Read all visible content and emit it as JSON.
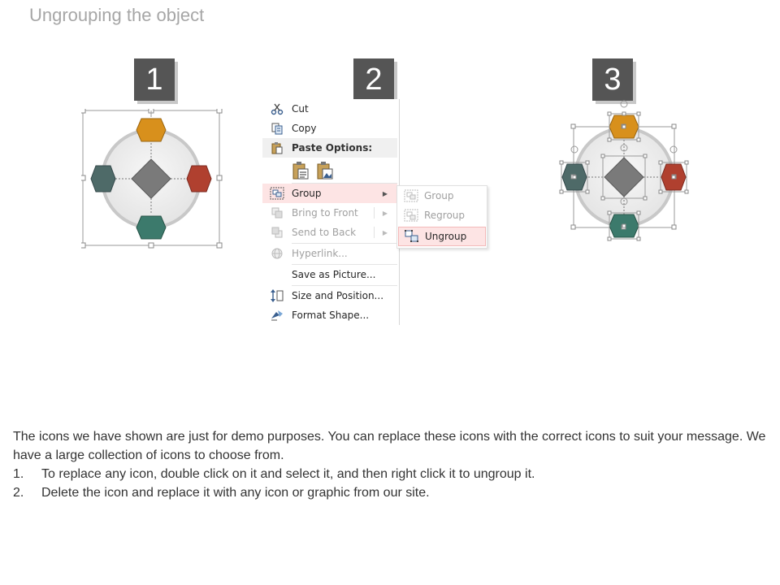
{
  "slide": {
    "title": "Ungrouping the object"
  },
  "steps": [
    {
      "number": "1"
    },
    {
      "number": "2"
    },
    {
      "number": "3"
    }
  ],
  "context_menu": {
    "items": [
      {
        "label": "Cut",
        "icon": "scissors-icon",
        "enabled": true
      },
      {
        "label": "Copy",
        "icon": "copy-icon",
        "enabled": true
      },
      {
        "label": "Paste Options:",
        "icon": "clipboard-icon",
        "enabled": true,
        "header": true
      },
      {
        "label": "Group",
        "icon": "group-icon",
        "enabled": true,
        "highlighted": true,
        "submenu": true
      },
      {
        "label": "Bring to Front",
        "icon": "bring-front-icon",
        "enabled": false,
        "submenu": true
      },
      {
        "label": "Send to Back",
        "icon": "send-back-icon",
        "enabled": false,
        "submenu": true
      },
      {
        "label": "Hyperlink...",
        "icon": "link-icon",
        "enabled": false
      },
      {
        "label": "Save as Picture...",
        "icon": "",
        "enabled": true
      },
      {
        "label": "Size and Position...",
        "icon": "size-position-icon",
        "enabled": true
      },
      {
        "label": "Format Shape...",
        "icon": "format-shape-icon",
        "enabled": true
      }
    ],
    "paste_buttons": [
      "paste-keep-text-icon",
      "paste-picture-icon"
    ]
  },
  "group_submenu": {
    "items": [
      {
        "label": "Group",
        "icon": "group-icon",
        "enabled": false
      },
      {
        "label": "Regroup",
        "icon": "regroup-icon",
        "enabled": false
      },
      {
        "label": "Ungroup",
        "icon": "ungroup-icon",
        "enabled": true,
        "highlighted": true
      }
    ]
  },
  "colors": {
    "top_hexagon": "#d8901c",
    "left_hexagon": "#4e6a68",
    "right_hexagon": "#b0402f",
    "bottom_hexagon": "#3c7a6c",
    "center_diamond": "#7a7a7a",
    "circle_fill": "#efefef",
    "badge": "#555555",
    "menu_highlight": "#fde4e4"
  },
  "notes": {
    "intro": "The icons we have shown are just for demo purposes. You can replace these icons with the correct icons to suit your message. We have a large collection of icons to choose from.",
    "steps": [
      {
        "num": "1.",
        "text": "To replace any icon, double click on it and select it, and then right click it to ungroup it."
      },
      {
        "num": "2.",
        "text": "Delete the icon and replace it with any icon or graphic from our site."
      }
    ]
  }
}
